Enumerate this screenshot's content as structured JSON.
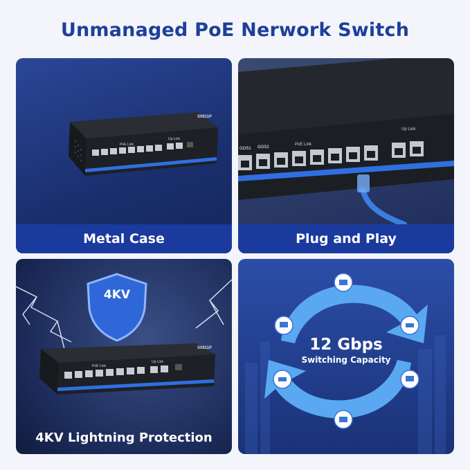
{
  "header": {
    "title": "Unmanaged PoE Nerwork Switch"
  },
  "panels": {
    "metal_case": {
      "caption": "Metal Case",
      "model": "S0811P",
      "poe_label": "PoE Link",
      "uplink_label": "Up Link"
    },
    "plug_play": {
      "caption": "Plug and Play",
      "poe_label": "PoE Link",
      "uplink_label": "Up Link",
      "port_a": "GOS1",
      "port_b": "GOS2"
    },
    "lightning": {
      "caption": "4KV Lightning Protection",
      "badge": "4KV",
      "model": "S0811P",
      "poe_label": "PoE Link",
      "uplink_label": "Up Link"
    },
    "capacity": {
      "value": "12 Gbps",
      "label": "Switching Capacity"
    }
  },
  "colors": {
    "brand_blue": "#1e3f9a",
    "caption_bar": "#1a3a9e",
    "arrow_blue": "#5aa8f2",
    "port_stripe": "#2f6fe0"
  }
}
